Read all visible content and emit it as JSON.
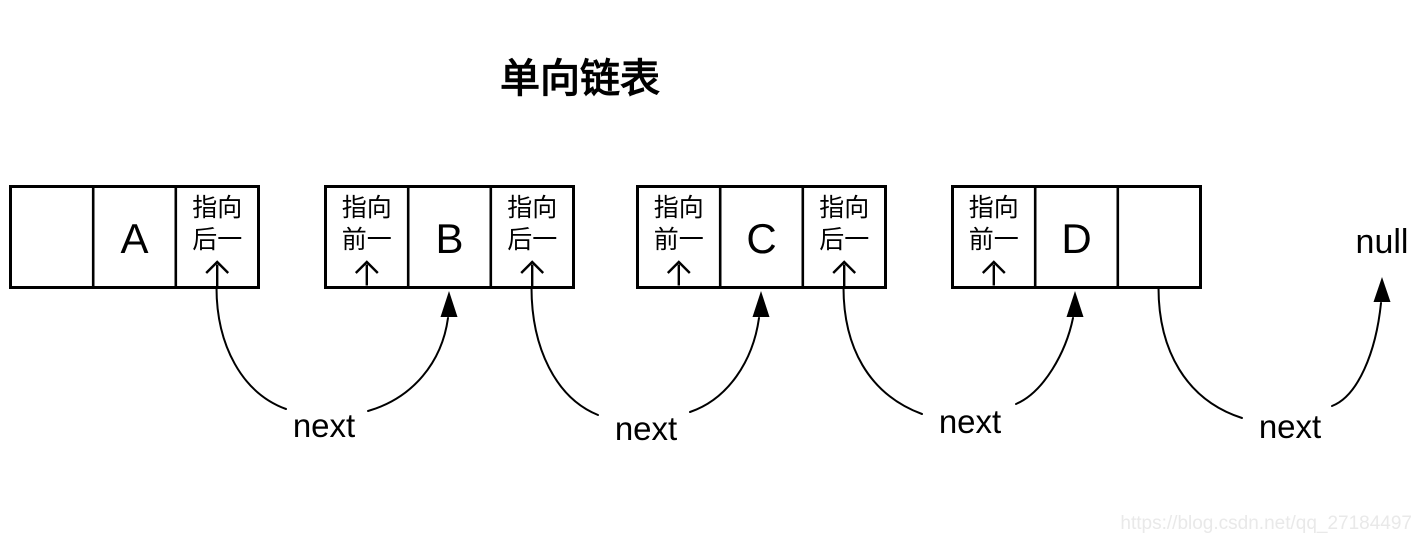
{
  "title": "单向链表",
  "nodes": [
    {
      "id": "A",
      "cells": [
        {
          "type": "empty-cell",
          "lines": []
        },
        {
          "type": "data-cell",
          "text": "A"
        },
        {
          "type": "next-pointer-cell",
          "lines": [
            "指向",
            "后一"
          ],
          "icon": "up-arrow-icon"
        }
      ]
    },
    {
      "id": "B",
      "cells": [
        {
          "type": "prev-pointer-cell",
          "lines": [
            "指向",
            "前一"
          ],
          "icon": "up-arrow-icon"
        },
        {
          "type": "data-cell",
          "text": "B"
        },
        {
          "type": "next-pointer-cell",
          "lines": [
            "指向",
            "后一"
          ],
          "icon": "up-arrow-icon"
        }
      ]
    },
    {
      "id": "C",
      "cells": [
        {
          "type": "prev-pointer-cell",
          "lines": [
            "指向",
            "前一"
          ],
          "icon": "up-arrow-icon"
        },
        {
          "type": "data-cell",
          "text": "C"
        },
        {
          "type": "next-pointer-cell",
          "lines": [
            "指向",
            "后一"
          ],
          "icon": "up-arrow-icon"
        }
      ]
    },
    {
      "id": "D",
      "cells": [
        {
          "type": "prev-pointer-cell",
          "lines": [
            "指向",
            "前一"
          ],
          "icon": "up-arrow-icon"
        },
        {
          "type": "data-cell",
          "text": "D"
        },
        {
          "type": "empty-cell",
          "lines": []
        }
      ]
    }
  ],
  "arrows": [
    {
      "label": "next",
      "from": "A",
      "to": "B"
    },
    {
      "label": "next",
      "from": "B",
      "to": "C"
    },
    {
      "label": "next",
      "from": "C",
      "to": "D"
    },
    {
      "label": "next",
      "from": "D",
      "to": "null"
    }
  ],
  "terminator": "null",
  "watermark": "https://blog.csdn.net/qq_27184497",
  "colors": {
    "ink": "#000000",
    "background": "#ffffff",
    "watermark": "#e9e9e9"
  }
}
